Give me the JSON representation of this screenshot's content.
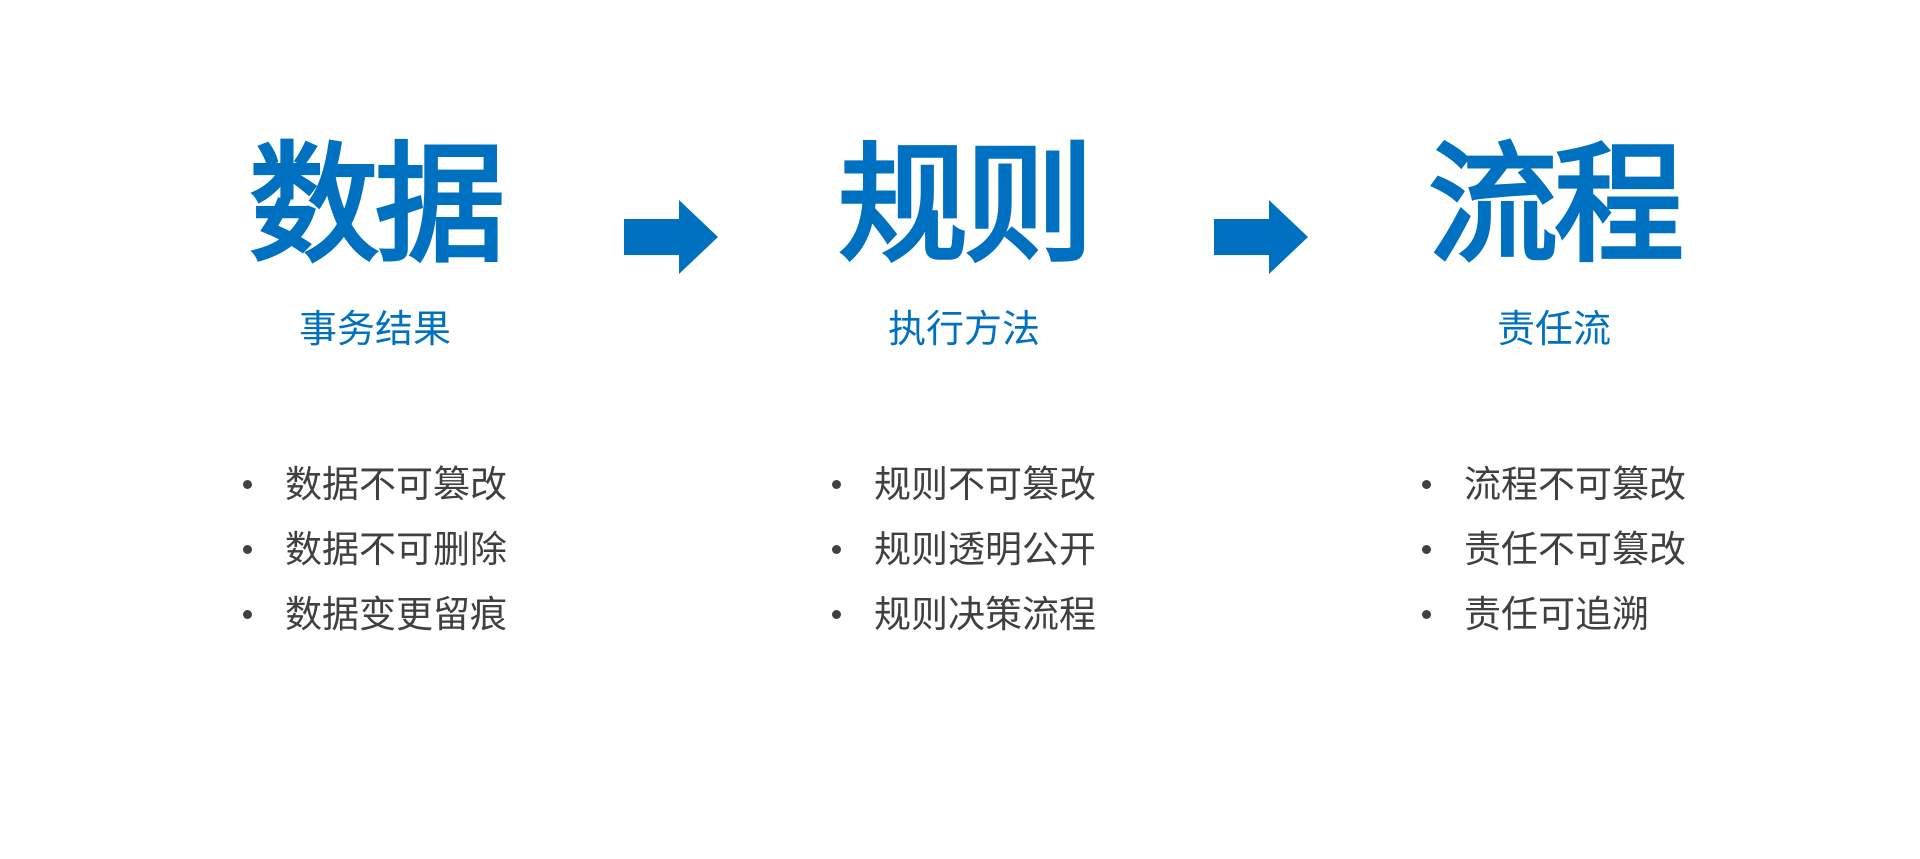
{
  "colors": {
    "accent": "#0070c0",
    "text": "#404040",
    "bullet": "#404040"
  },
  "columns": [
    {
      "title": "数据",
      "subtitle": "事务结果",
      "items": [
        "数据不可篡改",
        "数据不可删除",
        "数据变更留痕"
      ]
    },
    {
      "title": "规则",
      "subtitle": "执行方法",
      "items": [
        "规则不可篡改",
        "规则透明公开",
        "规则决策流程"
      ]
    },
    {
      "title": "流程",
      "subtitle": "责任流",
      "items": [
        "流程不可篡改",
        "责任不可篡改",
        "责任可追溯"
      ]
    }
  ],
  "arrows": [
    {
      "icon": "arrow-right-icon"
    },
    {
      "icon": "arrow-right-icon"
    }
  ]
}
